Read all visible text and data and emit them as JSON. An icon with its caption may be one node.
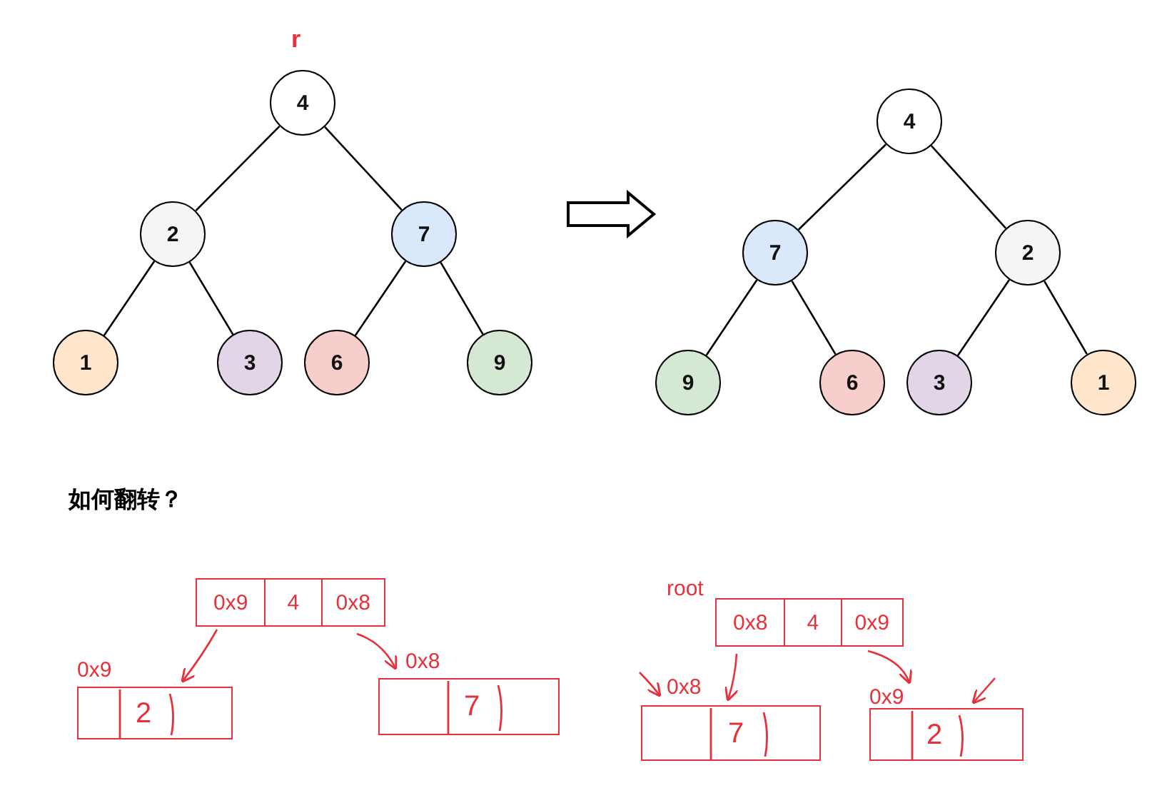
{
  "diagram": {
    "nodes": [
      {
        "text": [
          "4"
        ],
        "beside": [
          "r"
        ]
      },
      {
        "text": [
          "2"
        ]
      },
      {
        "text": [
          "7"
        ]
      },
      {
        "text": [
          "1"
        ]
      },
      {
        "text": [
          "3"
        ]
      },
      {
        "text": [
          "6"
        ]
      },
      {
        "text": [
          "9"
        ]
      },
      {
        "text": [
          "4"
        ]
      },
      {
        "text": [
          "7"
        ]
      },
      {
        "text": [
          "2"
        ]
      },
      {
        "text": [
          "9"
        ]
      },
      {
        "text": [
          "6"
        ]
      },
      {
        "text": [
          "3"
        ]
      },
      {
        "text": [
          "1"
        ]
      },
      {
        "text": [
          "0x9",
          "4",
          "0x8"
        ]
      },
      {
        "text": [
          "2"
        ],
        "beside": [
          "0x9"
        ]
      },
      {
        "text": [
          "7"
        ],
        "beside": [
          "0x8"
        ]
      },
      {
        "text": [
          "0x8",
          "4",
          "0x9"
        ],
        "beside": [
          "root"
        ]
      },
      {
        "text": [
          "7"
        ],
        "beside": [
          "0x8"
        ]
      },
      {
        "text": [
          "2"
        ],
        "beside": [
          "0x9"
        ]
      }
    ],
    "edges": [
      {
        "from": 0,
        "to": 1,
        "arrow": "none"
      },
      {
        "from": 0,
        "to": 2,
        "arrow": "none"
      },
      {
        "from": 1,
        "to": 3,
        "arrow": "none"
      },
      {
        "from": 1,
        "to": 4,
        "arrow": "none"
      },
      {
        "from": 2,
        "to": 5,
        "arrow": "none"
      },
      {
        "from": 2,
        "to": 6,
        "arrow": "none"
      },
      {
        "from": 7,
        "to": 8,
        "arrow": "none"
      },
      {
        "from": 7,
        "to": 9,
        "arrow": "none"
      },
      {
        "from": 8,
        "to": 10,
        "arrow": "none"
      },
      {
        "from": 8,
        "to": 11,
        "arrow": "none"
      },
      {
        "from": 9,
        "to": 12,
        "arrow": "none"
      },
      {
        "from": 9,
        "to": 13,
        "arrow": "none"
      },
      {
        "from": 14,
        "to": 15,
        "arrow": "to",
        "color": "#e8303a"
      },
      {
        "from": 14,
        "to": 16,
        "arrow": "to",
        "color": "#e8303a"
      },
      {
        "from": 17,
        "to": 18,
        "arrow": "to",
        "color": "#e8303a"
      },
      {
        "from": 17,
        "to": 19,
        "arrow": "to",
        "color": "#e8303a"
      },
      {
        "from": null,
        "to": 18,
        "arrow": "to",
        "color": "#e8303a"
      },
      {
        "from": null,
        "to": 19,
        "arrow": "to",
        "color": "#e8303a"
      }
    ],
    "labels": [
      "如何翻转？"
    ]
  }
}
